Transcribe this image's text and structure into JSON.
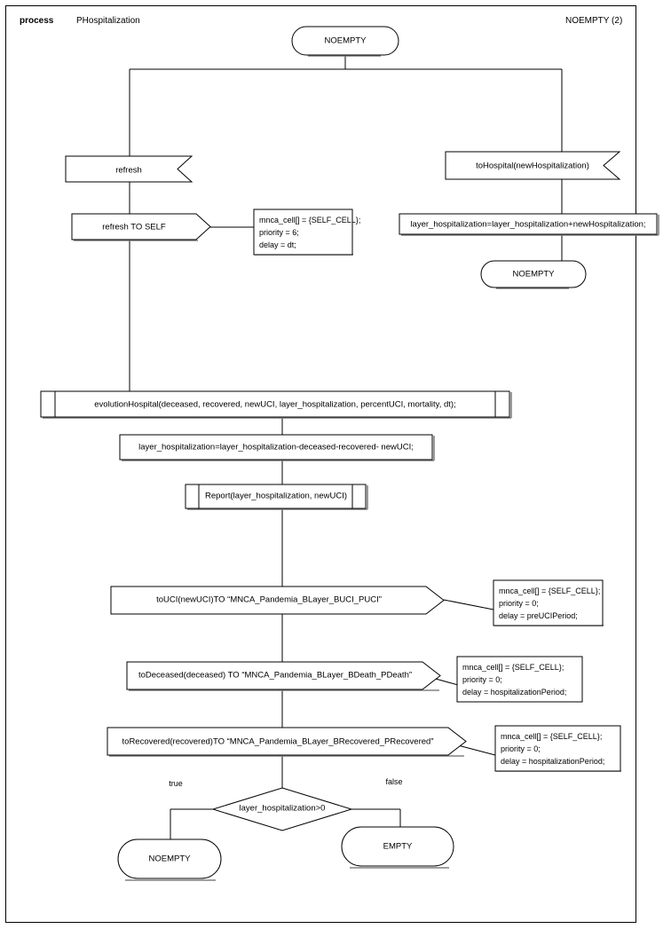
{
  "header": {
    "keyword": "process",
    "process_name": "PHospitalization",
    "right_label": "NOEMPTY (2)"
  },
  "nodes": {
    "start_state": "NOEMPTY",
    "refresh_input": "refresh",
    "refresh_to_self": "refresh TO SELF",
    "to_hospital_input": "toHospital(newHospitalization)",
    "add_hospitalization": "layer_hospitalization=layer_hospitalization+newHospitalization;",
    "noempty_right": "NOEMPTY",
    "evolution_hospital": "evolutionHospital(deceased, recovered, newUCI, layer_hospitalization, percentUCI, mortality, dt);",
    "subtract_hospitalization": "layer_hospitalization=layer_hospitalization-deceased-recovered- newUCI;",
    "report": "Report(layer_hospitalization, newUCI)",
    "to_uci": "toUCI(newUCI)TO “MNCA_Pandemia_BLayer_BUCI_PUCI”",
    "to_deceased": "toDeceased(deceased) TO “MNCA_Pandemia_BLayer_BDeath_PDeath”",
    "to_recovered": "toRecovered(recovered)TO “MNCA_Pandemia_BLayer_BRecovered_PRecovered”",
    "decision": "layer_hospitalization>0",
    "noempty_bottom": "NOEMPTY",
    "empty_bottom": "EMPTY"
  },
  "branch_labels": {
    "true": "true",
    "false": "false"
  },
  "notes": {
    "refresh_note": {
      "line1": "mnca_cell[] = {SELF_CELL};",
      "line2": "priority = 6;",
      "line3": "delay = dt;"
    },
    "uci_note": {
      "line1": "mnca_cell[] = {SELF_CELL};",
      "line2": "priority = 0;",
      "line3": "delay = preUCIPeriod;"
    },
    "deceased_note": {
      "line1": "mnca_cell[] = {SELF_CELL};",
      "line2": "priority = 0;",
      "line3": "delay = hospitalizationPeriod;"
    },
    "recovered_note": {
      "line1": "mnca_cell[] = {SELF_CELL};",
      "line2": "priority = 0;",
      "line3": "delay = hospitalizationPeriod;"
    }
  },
  "colors": {
    "stroke": "#000000",
    "shadow": "#808080",
    "background": "#ffffff",
    "text": "#000000"
  }
}
